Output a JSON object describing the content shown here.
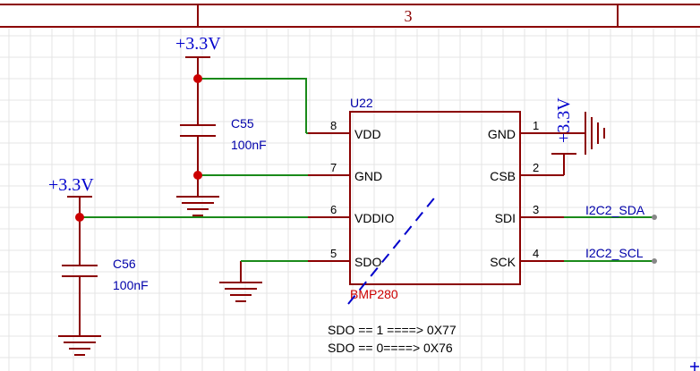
{
  "frame": {
    "zone_number": "3"
  },
  "power_symbols": {
    "top": "+3.3V",
    "left": "+3.3V",
    "right": "+3.3V"
  },
  "capacitors": [
    {
      "designator": "C55",
      "value": "100nF"
    },
    {
      "designator": "C56",
      "value": "100nF"
    }
  ],
  "ic": {
    "designator": "U22",
    "part": "BMP280",
    "left_pins": [
      {
        "num": "8",
        "name": "VDD"
      },
      {
        "num": "7",
        "name": "GND"
      },
      {
        "num": "6",
        "name": "VDDIO"
      },
      {
        "num": "5",
        "name": "SDO"
      }
    ],
    "right_pins": [
      {
        "num": "1",
        "name": "GND"
      },
      {
        "num": "2",
        "name": "CSB"
      },
      {
        "num": "3",
        "name": "SDI"
      },
      {
        "num": "4",
        "name": "SCK"
      }
    ]
  },
  "net_labels": {
    "sda": "I2C2_SDA",
    "scl": "I2C2_SCL"
  },
  "notes": [
    "SDO == 1 ====> 0X77",
    "SDO == 0====> 0X76"
  ],
  "colors": {
    "wire": "#1a8a1a",
    "component": "#8b0000",
    "junction": "#cc0000",
    "label_blue": "#0000aa",
    "part_red": "#cc0000"
  }
}
